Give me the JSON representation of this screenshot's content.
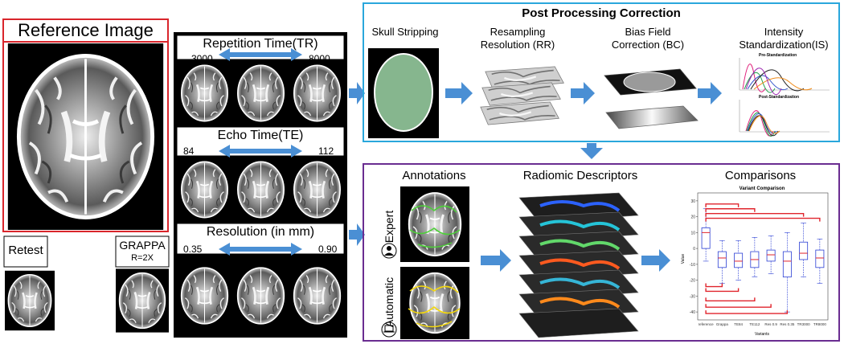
{
  "reference": {
    "title": "Reference Image"
  },
  "retest": {
    "label": "Retest"
  },
  "grappa": {
    "label": "GRAPPA",
    "sublabel": "R=2X"
  },
  "tr": {
    "title": "Repetition Time(TR)",
    "min": "3000",
    "max": "8000"
  },
  "te": {
    "title": "Echo Time(TE)",
    "min": "84",
    "max": "112"
  },
  "res": {
    "title": "Resolution (in mm)",
    "min": "0.35",
    "max": "0.90"
  },
  "post": {
    "title": "Post Processing Correction",
    "skull": "Skull Stripping",
    "rr_line1": "Resampling",
    "rr_line2": "Resolution (RR)",
    "bc_line1": "Bias Field",
    "bc_line2": "Correction (BC)",
    "is_line1": "Intensity",
    "is_line2": "Standardization(IS)",
    "pre_label": "Pre-Standardization",
    "post_label": "Post-Standardization"
  },
  "radiomics": {
    "annotations": "Annotations",
    "descriptors": "Radiomic Descriptors",
    "comparisons": "Comparisons",
    "expert": "Expert",
    "automatic": "Automatic"
  },
  "chart_data": {
    "type": "box",
    "title": "Variant Comparison",
    "xlabel": "Variants",
    "ylabel": "Value",
    "ylim": [
      -45,
      35
    ],
    "yticks": [
      30,
      20,
      10,
      0,
      -10,
      -20,
      -30,
      -40
    ],
    "categories": [
      "reference",
      "Grappa",
      "TE84",
      "TE112",
      "Res 0.9",
      "Res 0.35",
      "TR3000",
      "TR8000"
    ],
    "boxes": [
      {
        "q1": 0,
        "median": 10,
        "q3": 13,
        "min": -8,
        "max": 25
      },
      {
        "q1": -12,
        "median": -6,
        "q3": -2,
        "min": -22,
        "max": 5
      },
      {
        "q1": -12,
        "median": -8,
        "q3": -3,
        "min": -20,
        "max": 5
      },
      {
        "q1": -12,
        "median": -7,
        "q3": -2,
        "min": -18,
        "max": 7
      },
      {
        "q1": -8,
        "median": -4,
        "q3": -1,
        "min": -16,
        "max": 8
      },
      {
        "q1": -18,
        "median": -8,
        "q3": -2,
        "min": -40,
        "max": 10
      },
      {
        "q1": -7,
        "median": -3,
        "q3": 4,
        "min": -18,
        "max": 16
      },
      {
        "q1": -12,
        "median": -6,
        "q3": -1,
        "min": -22,
        "max": 6
      }
    ],
    "brackets_upper": [
      {
        "to": 2,
        "y": 28
      },
      {
        "to": 3,
        "y": 25
      },
      {
        "to": 6,
        "y": 22
      },
      {
        "to": 7,
        "y": 19
      }
    ],
    "brackets_lower": [
      {
        "to": 1,
        "y": -24
      },
      {
        "to": 2,
        "y": -27
      },
      {
        "to": 3,
        "y": -33
      },
      {
        "to": 4,
        "y": -37
      },
      {
        "to": 5,
        "y": -41
      }
    ]
  }
}
